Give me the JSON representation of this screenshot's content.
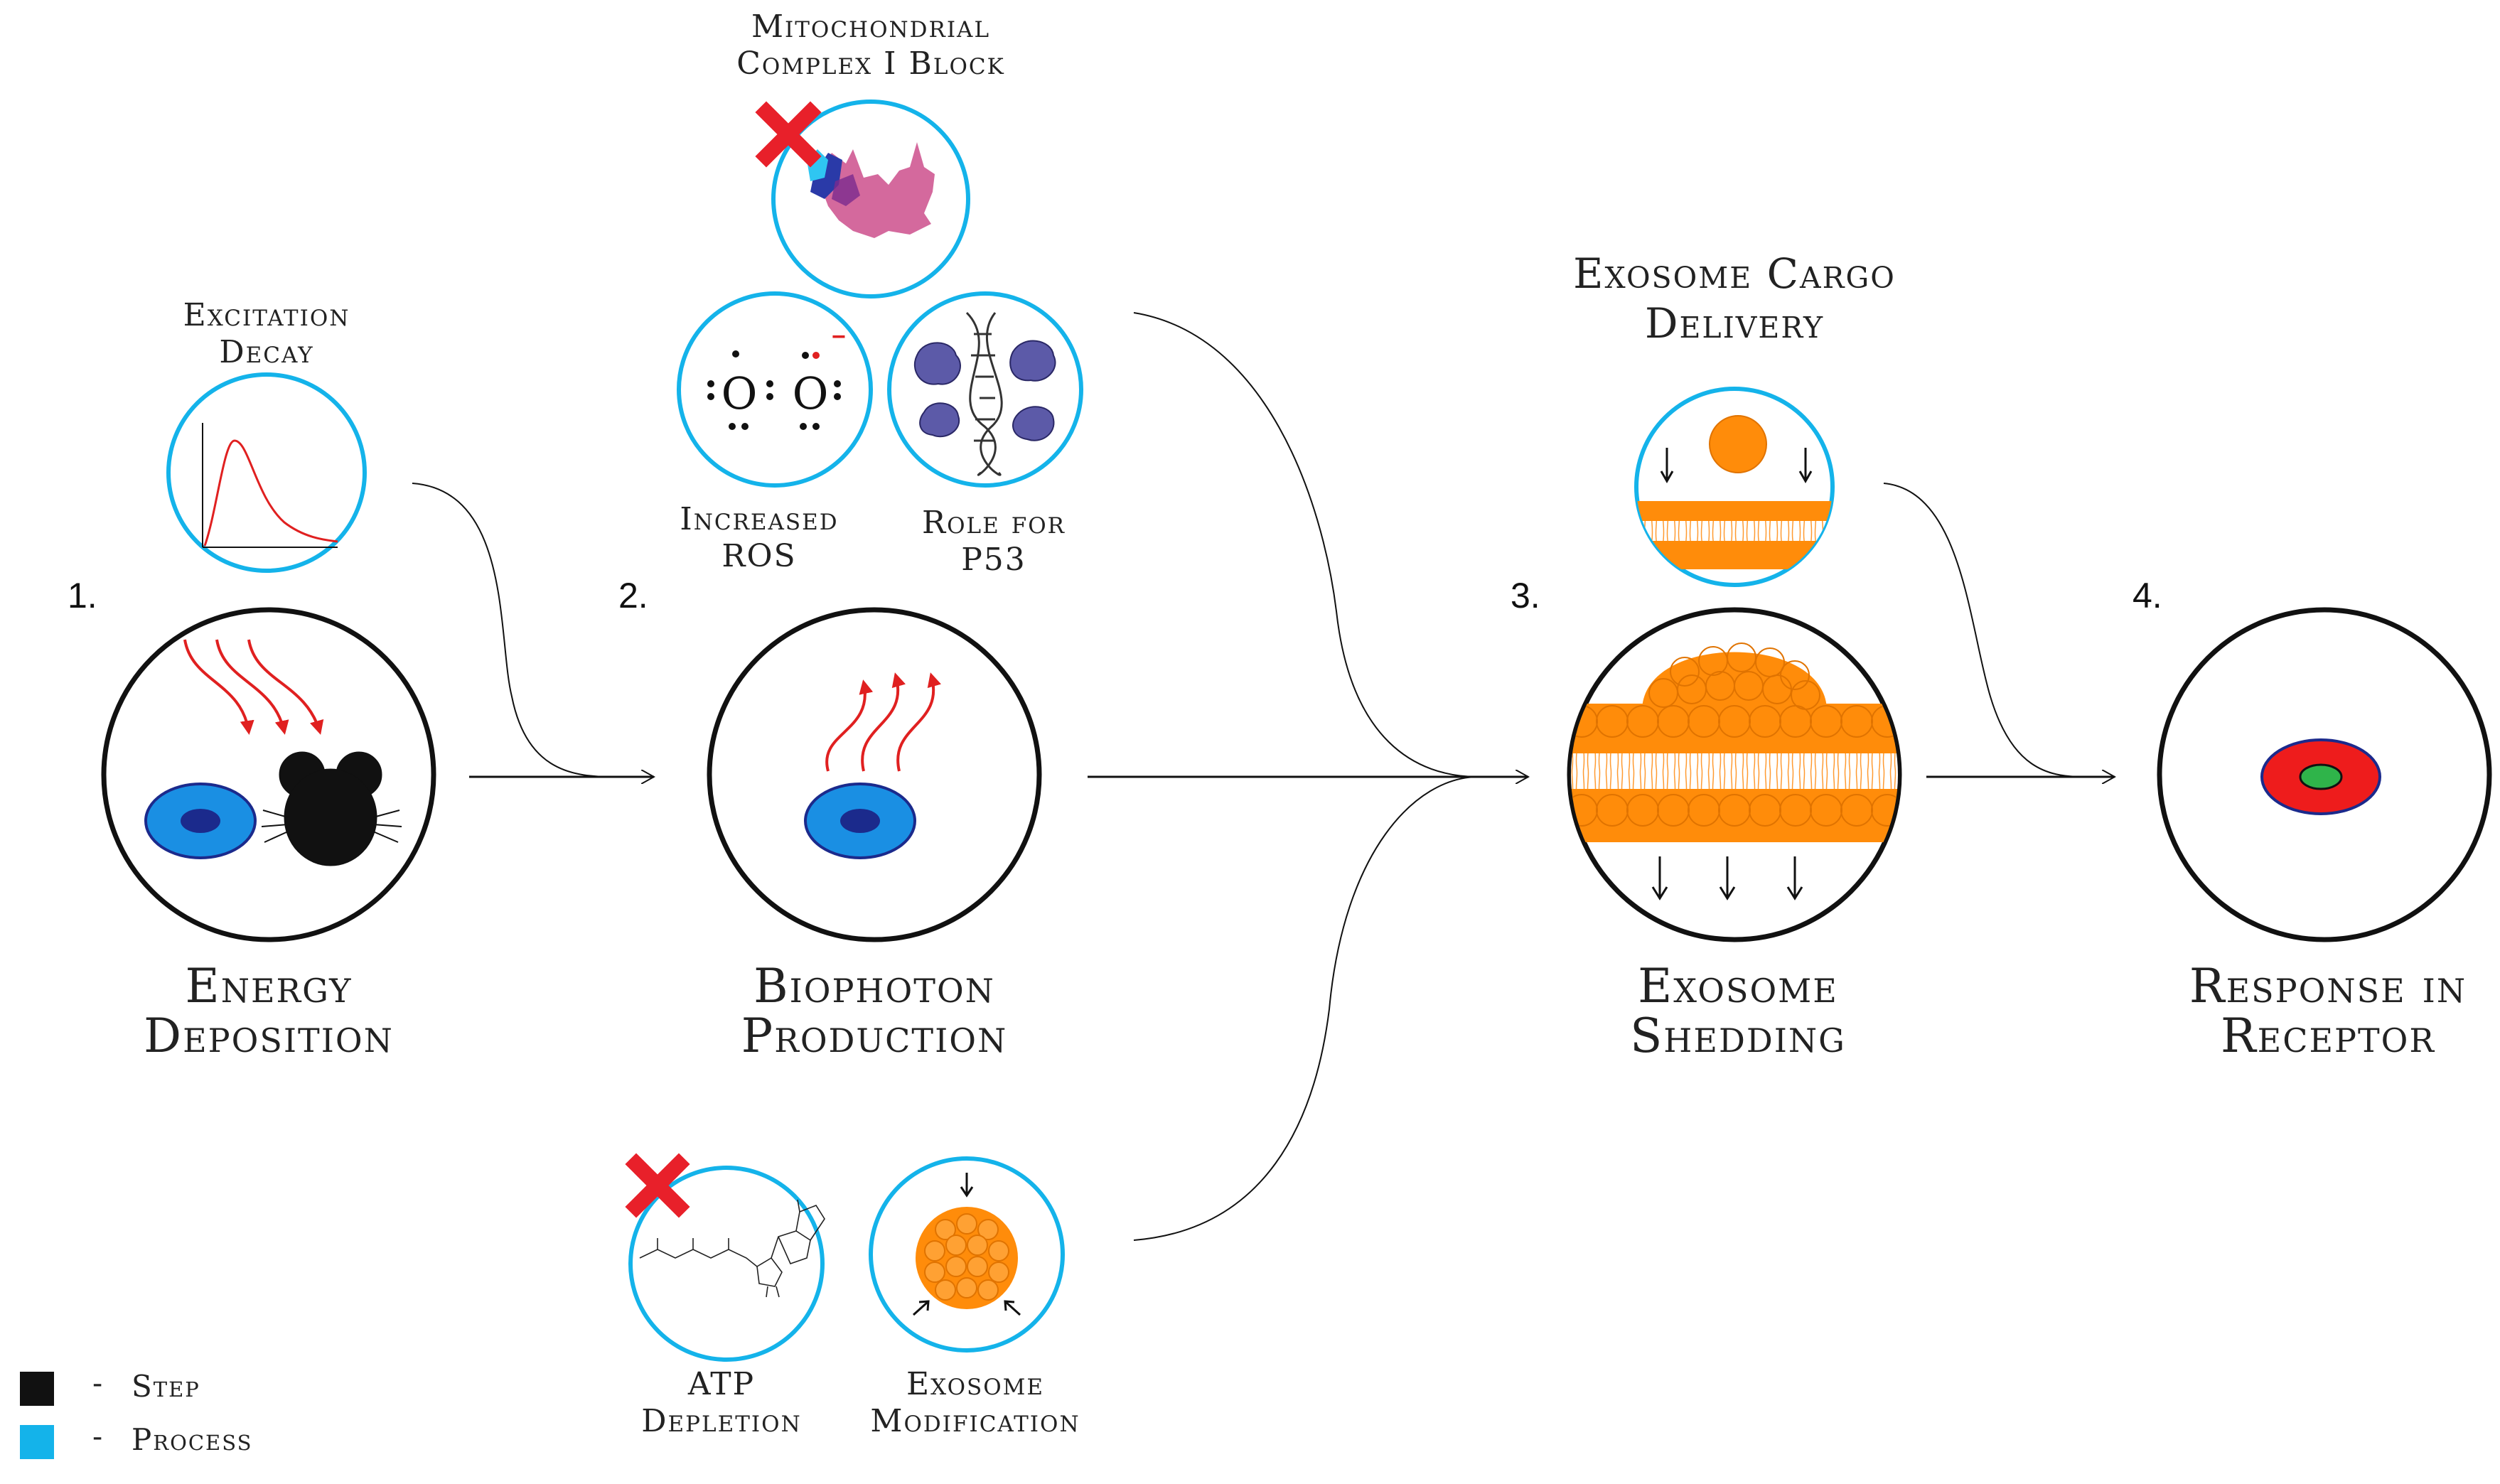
{
  "steps": [
    {
      "number": "1.",
      "title_line1": "Energy",
      "title_line2": "Deposition"
    },
    {
      "number": "2.",
      "title_line1": "Biophoton",
      "title_line2": "Production"
    },
    {
      "number": "3.",
      "title_line1": "Exosome",
      "title_line2": "Shedding"
    },
    {
      "number": "4.",
      "title_line1": "Response in",
      "title_line2": "Receptor"
    }
  ],
  "processes": {
    "excitation": {
      "line1": "Excitation",
      "line2": "Decay"
    },
    "mito": {
      "line1": "Mitochondrial",
      "line2": "Complex I Block"
    },
    "ros": {
      "line1": "Increased",
      "line2": "ROS"
    },
    "p53": {
      "line1": "Role for",
      "line2": "P53"
    },
    "cargo": {
      "line1": "Exosome Cargo",
      "line2": "Delivery"
    },
    "atp": {
      "line1": "ATP",
      "line2": "Depletion"
    },
    "modification": {
      "line1": "Exosome",
      "line2": "Modification"
    }
  },
  "ros_symbols": {
    "oxygen": "O",
    "charge": "−"
  },
  "legend": [
    {
      "label": "Step",
      "color": "#111111"
    },
    {
      "label": "Process",
      "color": "#14b3ea"
    }
  ],
  "colors": {
    "step_ring": "#111111",
    "process_ring": "#14b3ea",
    "arrow_red": "#e02020",
    "cell_blue": "#1a8fe3",
    "nucleus": "#1b2a8c",
    "exosome": "#ff8c0a",
    "receptor_red": "#ee1c1c",
    "receptor_green": "#2fb44a"
  }
}
